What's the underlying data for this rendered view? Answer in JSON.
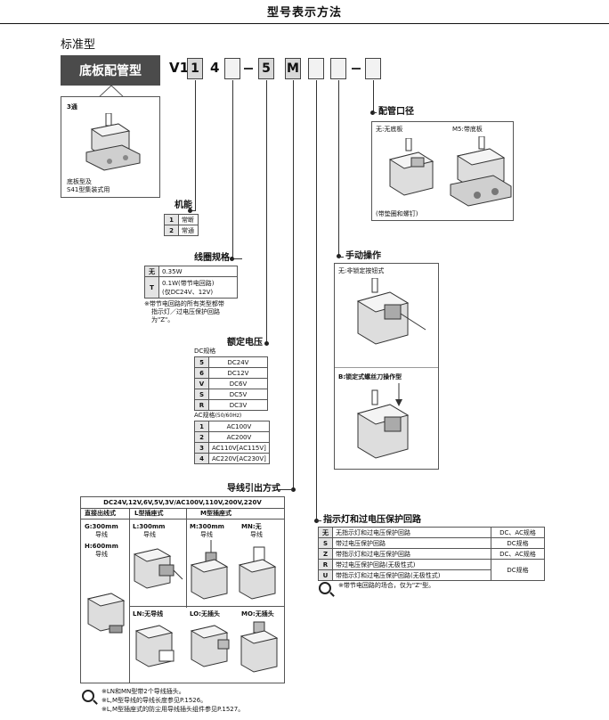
{
  "title": "型号表示方法",
  "standard_label": "标准型",
  "banner": "底板配管型",
  "code": {
    "v1": "V1",
    "c1": "1",
    "c2": "4",
    "c3": "5",
    "c4": "M"
  },
  "left_panel": {
    "top_label": "3通",
    "bottom_label_1": "底板型及",
    "bottom_label_2": "S41型集装式用"
  },
  "function": {
    "title": "机能",
    "rows": [
      {
        "k": "1",
        "v": "常断"
      },
      {
        "k": "2",
        "v": "常通"
      }
    ]
  },
  "coil": {
    "title": "线圈规格",
    "rows": [
      {
        "k": "无",
        "v": "0.35W"
      },
      {
        "k": "T",
        "v": "0.1W(带节电回路)",
        "v2": "(仅DC24V、12V)"
      }
    ],
    "note_1": "※带节电回路的所有类型都带",
    "note_2": "指示灯／过电压保护回路",
    "note_3": "为\"Z\"。"
  },
  "voltage": {
    "title": "额定电压",
    "dc_label": "DC规格",
    "dc_rows": [
      {
        "k": "5",
        "v": "DC24V"
      },
      {
        "k": "6",
        "v": "DC12V"
      },
      {
        "k": "V",
        "v": "DC6V"
      },
      {
        "k": "S",
        "v": "DC5V"
      },
      {
        "k": "R",
        "v": "DC3V"
      }
    ],
    "ac_label": "AC规格",
    "ac_hz": "(50/60Hz)",
    "ac_rows": [
      {
        "k": "1",
        "v": "AC100V"
      },
      {
        "k": "2",
        "v": "AC200V"
      },
      {
        "k": "3",
        "v": "AC110V[AC115V]"
      },
      {
        "k": "4",
        "v": "AC220V[AC230V]"
      }
    ]
  },
  "port": {
    "title": "配管口径",
    "none_label": "无:无底板",
    "m5_label": "M5:带底板",
    "m5_note": "(带垫圈和螺钉)"
  },
  "manual": {
    "title": "手动操作",
    "none_label": "无:非锁定按钮式",
    "b_label": "B:锁定式螺丝刀操作型"
  },
  "lead": {
    "title": "导线引出方式",
    "header": "DC24V,12V,6V,5V,3V/AC100V,110V,200V,220V",
    "col1": "直接出线式",
    "col2": "L型插座式",
    "col3": "M型插座式",
    "g_label": "G:300mm",
    "g_sub": "导线",
    "h_label": "H:600mm",
    "h_sub": "导线",
    "l_label": "L:300mm",
    "l_sub": "导线",
    "m_label": "M:300mm",
    "m_sub": "导线",
    "mn_label": "MN:无",
    "mn_sub": "导线",
    "ln_label": "LN:无导线",
    "lo_label": "LO:无插头",
    "mo_label": "MO:无插头",
    "notes": [
      "※LN和MN型带2个导线插头。",
      "※L,M型导线的导线长度参见P.1526。",
      "※L,M型插座式的防尘用导线插头组件参见P.1527。"
    ]
  },
  "indicator": {
    "title": "指示灯和过电压保护回路",
    "rows": [
      {
        "k": "无",
        "v": "无指示灯和过电压保护回路",
        "s": "DC、AC规格"
      },
      {
        "k": "S",
        "v": "带过电压保护回路",
        "s": "DC规格"
      },
      {
        "k": "Z",
        "v": "带指示灯和过电压保护回路",
        "s": "DC、AC规格"
      },
      {
        "k": "R",
        "v": "带过电压保护回路(无极性式)",
        "s": "DC规格"
      },
      {
        "k": "U",
        "v": "带指示灯和过电压保护回路(无极性式)",
        "s": ""
      }
    ],
    "note": "※带节电回路的场合，仅为\"Z\"型。"
  }
}
